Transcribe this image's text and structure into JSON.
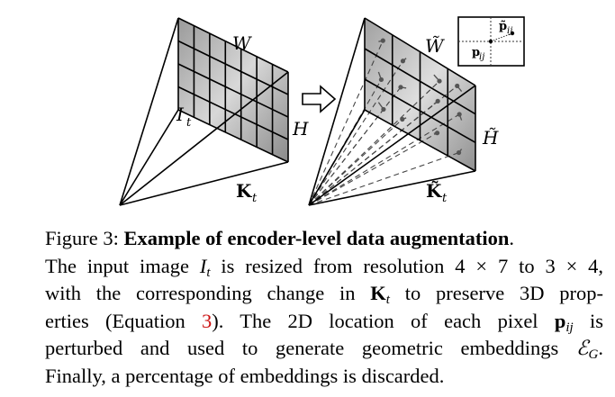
{
  "figure": {
    "left": {
      "label_W": "W",
      "label_H": "H",
      "label_I": "I",
      "label_I_sub": "t",
      "label_K": "K",
      "label_K_sub": "t",
      "grid_rows": 4,
      "grid_cols": 7
    },
    "right": {
      "label_W": "W̃",
      "label_H": "H̃",
      "label_K": "K̃",
      "label_K_sub": "t",
      "grid_rows": 3,
      "grid_cols": 4
    },
    "inset": {
      "label_p_tilde": "p̃",
      "label_p": "p",
      "label_sub": "ij"
    }
  },
  "caption": {
    "fig_label": "Figure 3:",
    "title": "Example of encoder-level data augmentation",
    "l2_a": "The input image ",
    "l2_I": "I",
    "l2_t": "t",
    "l2_b": " is resized from resolution 4 × 7 to 3 × 4,",
    "l3_a": "with the corresponding change in ",
    "l3_K": "K",
    "l3_t": "t",
    "l3_b": " to preserve 3D prop-",
    "l4_a": "erties (Equation ",
    "l4_ref": "3",
    "l4_b": ").  The 2D location of each pixel ",
    "l4_p": "p",
    "l4_ij": "ij",
    "l4_c": " is",
    "l5_a": "perturbed and used to generate geometric embeddings ",
    "l5_E": "ℰ",
    "l5_G": "G",
    "l5_b": ".",
    "l6": "Finally, a percentage of embeddings is discarded."
  }
}
